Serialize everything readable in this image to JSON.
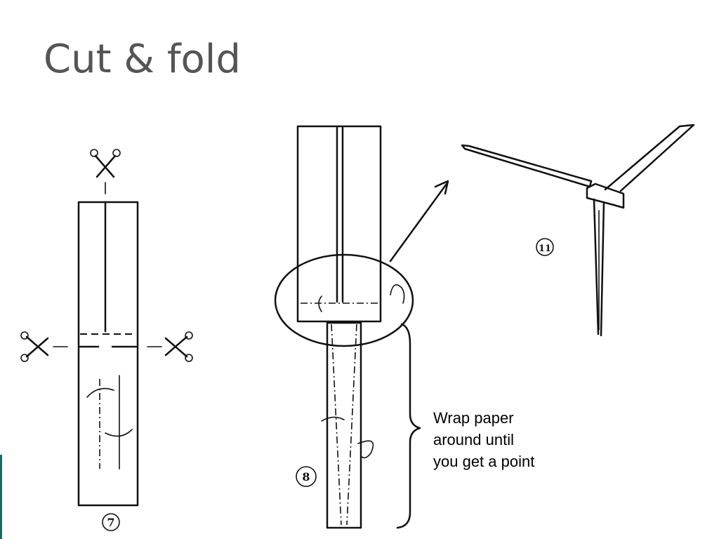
{
  "slide": {
    "title": "Cut & fold",
    "accent_color": "#0e6e6e",
    "title_color": "#555555"
  },
  "caption": {
    "line1": "Wrap paper",
    "line2": "around until",
    "line3": "you get a point"
  },
  "steps": {
    "step7": "7",
    "step8": "8",
    "step11": "11"
  },
  "icons": [
    "scissors-icon-top",
    "scissors-icon-left",
    "scissors-icon-right",
    "arrow-pointer"
  ]
}
